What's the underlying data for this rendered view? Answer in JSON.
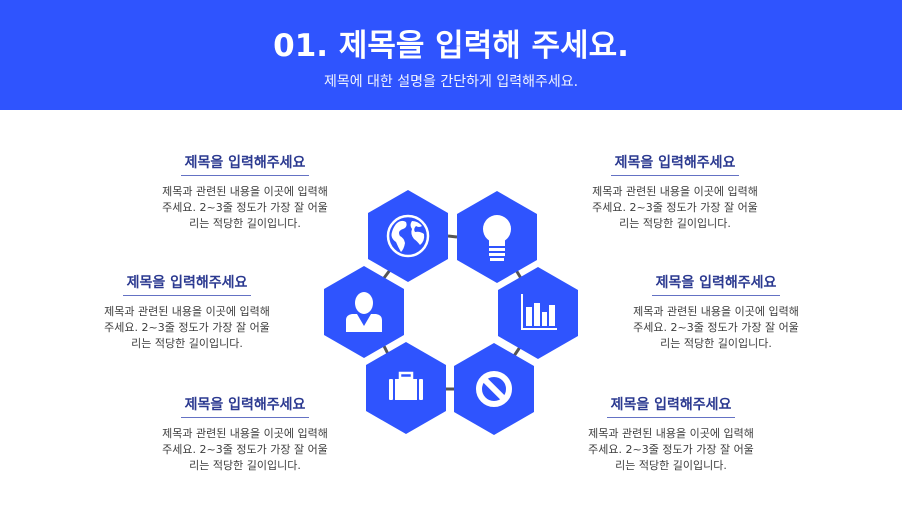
{
  "header": {
    "title": "01. 제목을 입력해 주세요.",
    "subtitle": "제목에 대한 설명을 간단하게 입력해주세요.",
    "background_color": "#2f54fe"
  },
  "colors": {
    "accent": "#2f54fe",
    "block_title": "#2b3990",
    "underline": "#6472c4",
    "body_text": "#3d3d3d",
    "connector": "#555555"
  },
  "blocks": [
    {
      "position": "top-left",
      "title": "제목을 입력해주세요",
      "desc": "제목과 관련된 내용을 이곳에 입력해\n주세요. 2~3줄 정도가 가장 잘 어울\n리는 적당한 길이입니다."
    },
    {
      "position": "middle-left",
      "title": "제목을 입력해주세요",
      "desc": "제목과 관련된 내용을 이곳에 입력해\n주세요. 2~3줄 정도가 가장 잘 어울\n리는 적당한 길이입니다."
    },
    {
      "position": "bottom-left",
      "title": "제목을 입력해주세요",
      "desc": "제목과 관련된 내용을 이곳에 입력해\n주세요. 2~3줄 정도가 가장 잘 어울\n리는 적당한 길이입니다."
    },
    {
      "position": "top-right",
      "title": "제목을 입력해주세요",
      "desc": "제목과 관련된 내용을 이곳에 입력해\n주세요. 2~3줄 정도가 가장 잘 어울\n리는 적당한 길이입니다."
    },
    {
      "position": "middle-right",
      "title": "제목을 입력해주세요",
      "desc": "제목과 관련된 내용을 이곳에 입력해\n주세요. 2~3줄 정도가 가장 잘 어울\n리는 적당한 길이입니다."
    },
    {
      "position": "bottom-right",
      "title": "제목을 입력해주세요",
      "desc": "제목과 관련된 내용을 이곳에 입력해\n주세요. 2~3줄 정도가 가장 잘 어울\n리는 적당한 길이입니다."
    }
  ],
  "hexagons": [
    {
      "icon": "globe-icon"
    },
    {
      "icon": "lightbulb-icon"
    },
    {
      "icon": "bar-chart-icon"
    },
    {
      "icon": "prohibited-icon"
    },
    {
      "icon": "briefcase-icon"
    },
    {
      "icon": "person-icon"
    }
  ]
}
